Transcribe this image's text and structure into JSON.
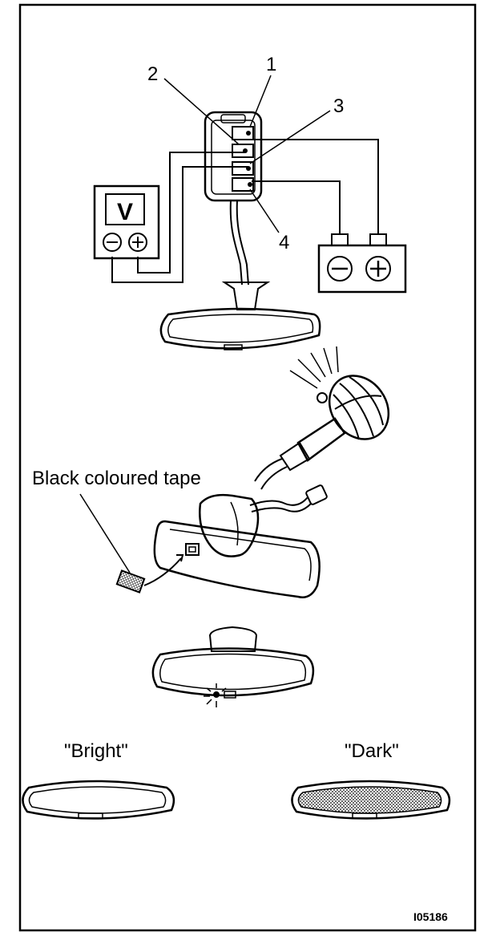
{
  "callouts": {
    "c1": "1",
    "c2": "2",
    "c3": "3",
    "c4": "4"
  },
  "voltmeter": {
    "display": "V",
    "minus": "−",
    "plus": "+"
  },
  "battery": {
    "minus": "−",
    "plus": "+"
  },
  "labels": {
    "tape": "Black coloured tape",
    "bright": "\"Bright\"",
    "dark": "\"Dark\""
  },
  "figure_code": "I05186",
  "colors": {
    "ink": "#000000",
    "paper": "#ffffff",
    "tint": "#8a8a8a"
  }
}
